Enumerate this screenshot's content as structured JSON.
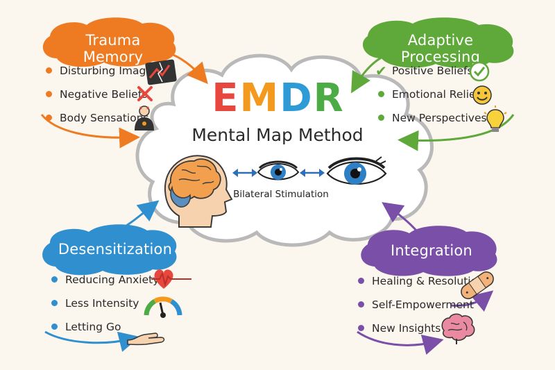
{
  "center": {
    "title_letters": [
      {
        "ch": "E",
        "color": "#e8473d"
      },
      {
        "ch": "M",
        "color": "#f39a1e"
      },
      {
        "ch": "D",
        "color": "#2e9bd6"
      },
      {
        "ch": "R",
        "color": "#4cab45"
      }
    ],
    "subtitle": "Mental Map Method",
    "stimulation_label": "Bilateral Stimulation"
  },
  "nodes": {
    "trauma": {
      "title": "Trauma Memory",
      "color": "#ee7a22",
      "items": [
        "Disturbing Images",
        "Negative Beliefs",
        "Body Sensations"
      ]
    },
    "adaptive": {
      "title": "Adaptive Processing",
      "color": "#5fa83a",
      "items": [
        "Positive Beliefs",
        "Emotional Relief",
        "New Perspectives"
      ]
    },
    "desensitization": {
      "title": "Desensitization",
      "color": "#2f8fcf",
      "items": [
        "Reducing Anxiety",
        "Less Intensity",
        "Letting Go"
      ]
    },
    "integration": {
      "title": "Integration",
      "color": "#7a4fa8",
      "items": [
        "Healing & Resolution",
        "Self-Empowerment",
        "New Insights"
      ]
    }
  },
  "icons": {
    "trauma": [
      "broken-picture-icon",
      "red-x-icon",
      "tense-person-icon"
    ],
    "adaptive": [
      "green-check-icon",
      "smiley-icon",
      "lightbulb-icon"
    ],
    "desensitization": [
      "heartbeat-icon",
      "gauge-icon",
      "open-hand-icon"
    ],
    "integration": [
      "bandage-icon",
      "arrow-up-icon",
      "brain-icon"
    ],
    "center": [
      "head-brain-icon",
      "left-eye-icon",
      "right-eye-icon",
      "double-arrow-icon"
    ]
  }
}
